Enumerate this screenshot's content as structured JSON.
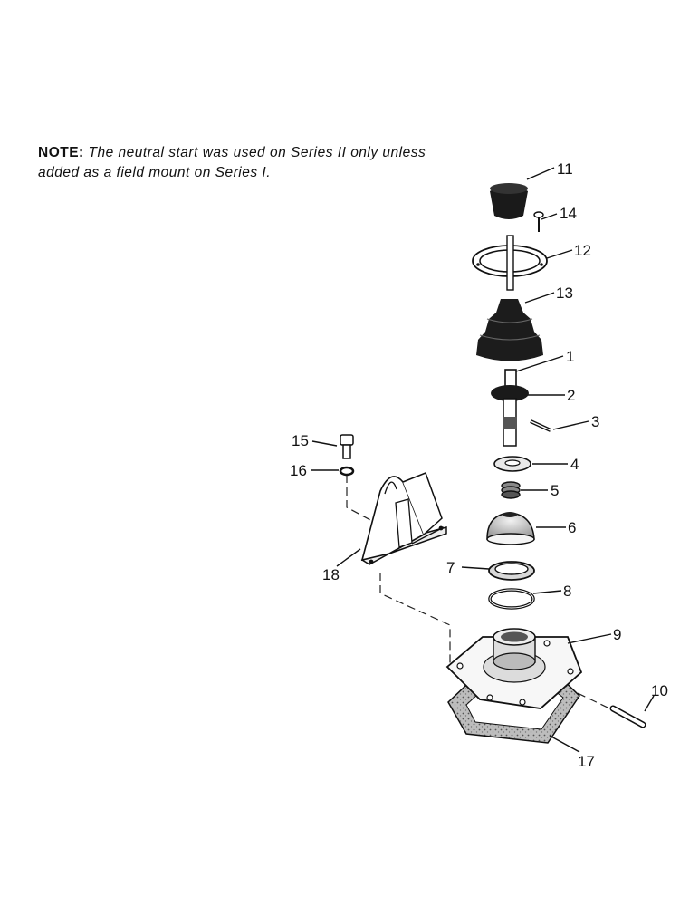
{
  "note": {
    "prefix": "NOTE:",
    "text": "The neutral start was used on Series II only unless added as a field mount on Series I."
  },
  "callouts": [
    {
      "id": "11",
      "label": "11"
    },
    {
      "id": "14",
      "label": "14"
    },
    {
      "id": "12",
      "label": "12"
    },
    {
      "id": "13",
      "label": "13"
    },
    {
      "id": "1",
      "label": "1"
    },
    {
      "id": "2",
      "label": "2"
    },
    {
      "id": "3",
      "label": "3"
    },
    {
      "id": "4",
      "label": "4"
    },
    {
      "id": "5",
      "label": "5"
    },
    {
      "id": "6",
      "label": "6"
    },
    {
      "id": "7",
      "label": "7"
    },
    {
      "id": "8",
      "label": "8"
    },
    {
      "id": "9",
      "label": "9"
    },
    {
      "id": "10",
      "label": "10"
    },
    {
      "id": "17",
      "label": "17"
    },
    {
      "id": "15",
      "label": "15"
    },
    {
      "id": "16",
      "label": "16"
    },
    {
      "id": "18",
      "label": "18"
    }
  ]
}
